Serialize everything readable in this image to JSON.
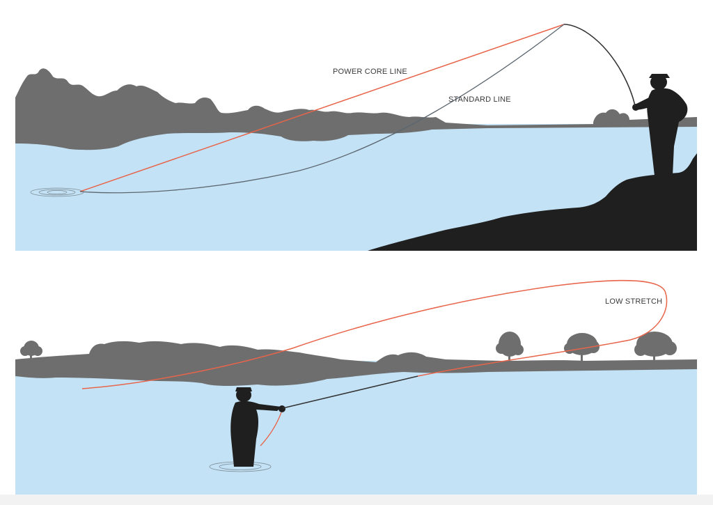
{
  "diagram": {
    "top_panel": {
      "labels": {
        "power_core_line": "POWER CORE LINE",
        "standard_line": "STANDARD LINE"
      }
    },
    "bottom_panel": {
      "labels": {
        "low_stretch": "LOW STRETCH"
      }
    },
    "colors": {
      "water": "#c3e2f5",
      "silhouette": "#6a6a6a",
      "angler": "#222222",
      "power_line": "#e8644a",
      "standard_line": "#5c6670",
      "rod": "#333333"
    }
  }
}
